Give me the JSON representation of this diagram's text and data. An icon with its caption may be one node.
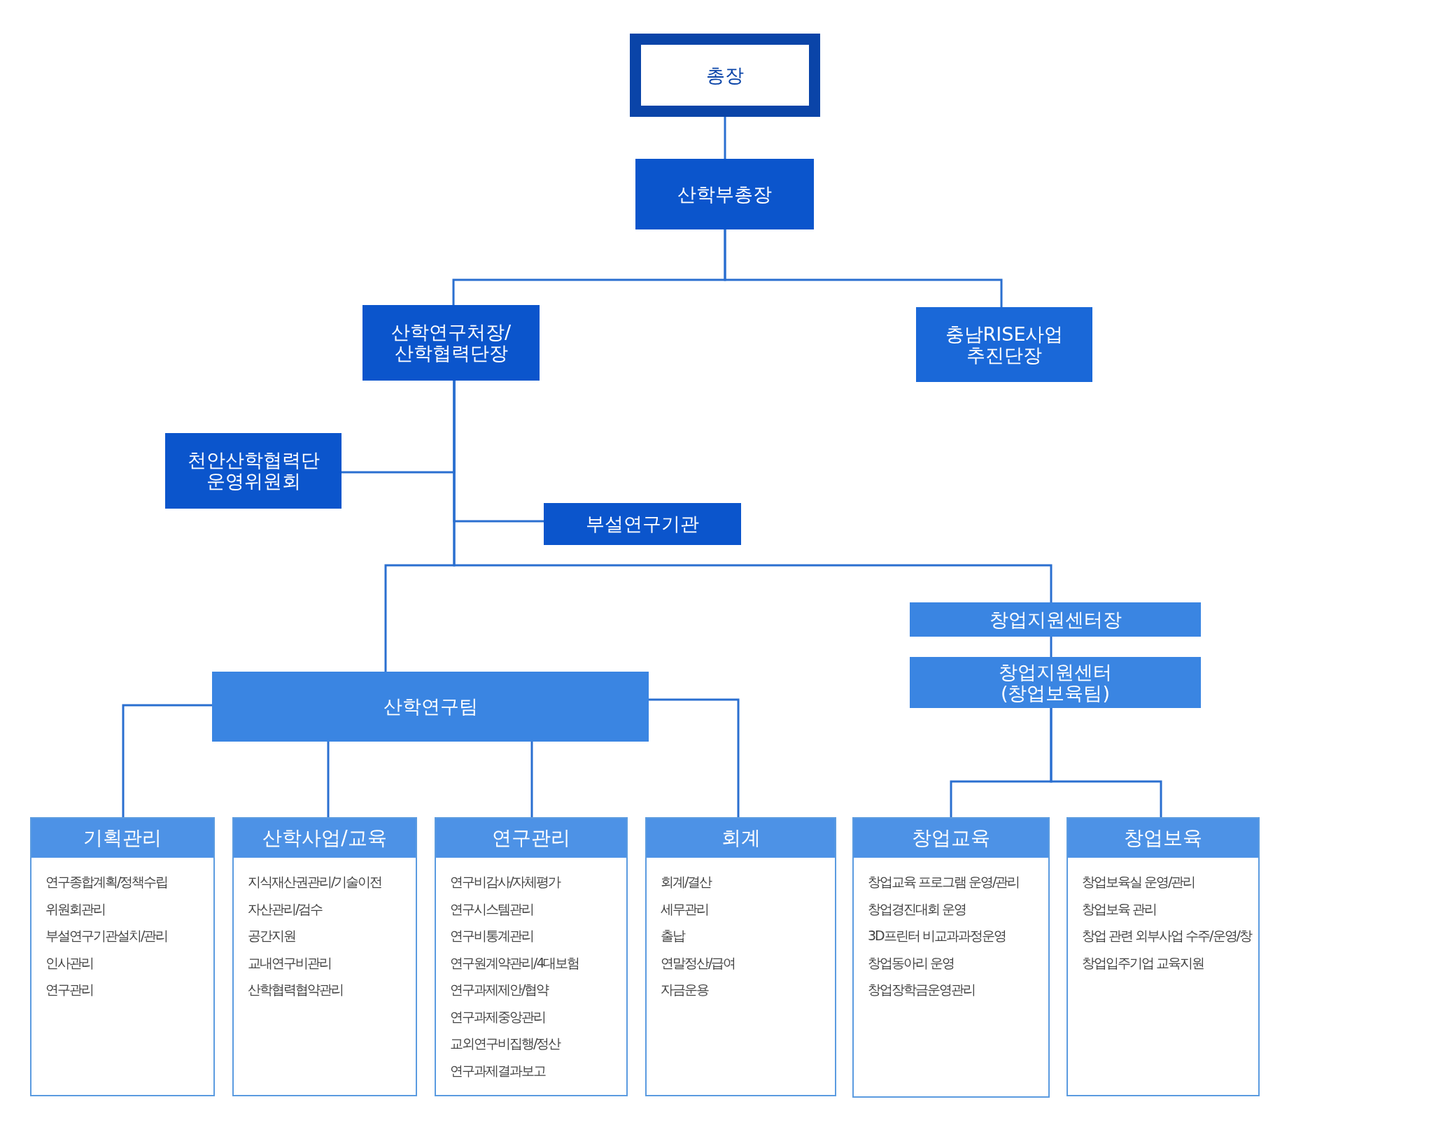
{
  "diagram": {
    "nodes": [
      {
        "text": [
          "총장"
        ]
      },
      {
        "text": [
          "산학부총장"
        ]
      },
      {
        "text": [
          "산학연구처장/ 산학협력단장"
        ]
      },
      {
        "text": [
          "충남RISE사업 추진단장"
        ]
      },
      {
        "text": [
          "천안산학협력단 운영위원회"
        ]
      },
      {
        "text": [
          "부설연구기관"
        ]
      },
      {
        "text": [
          "산학연구팀"
        ]
      },
      {
        "text": [
          "창업지원센터장"
        ]
      },
      {
        "text": [
          "창업지원센터 (창업보육팀)"
        ]
      },
      {
        "text": [
          "기획관리",
          "연구종합계획/정책수립",
          "위원회관리",
          "부설연구기관설치/관리",
          "인사관리",
          "연구관리"
        ]
      },
      {
        "text": [
          "산학사업/교육",
          "지식재산권관리/기술이전",
          "자산관리/검수",
          "공간지원",
          "교내연구비관리",
          "산학협력협약관리"
        ]
      },
      {
        "text": [
          "연구관리",
          "연구비감사/자체평가",
          "연구시스템관리",
          "연구비통계관리",
          "연구원계약관리/4대보험",
          "연구과제제안/협약",
          "연구과제중앙관리",
          "교외연구비집행/정산",
          "연구과제결과보고"
        ]
      },
      {
        "text": [
          "회계",
          "회계/결산",
          "세무관리",
          "출납",
          "연말정산/급여",
          "자금운용"
        ]
      },
      {
        "text": [
          "창업교육",
          "창업교육 프로그램 운영/관리",
          "창업경진대회 운영",
          "3D프린터 비교과과정운영",
          "창업동아리 운영",
          "창업장학금운영관리"
        ]
      },
      {
        "text": [
          "창업보육",
          "창업보육실 운영/관리",
          "창업보육 관리",
          "창업 관련 외부사업 수주/운영/창",
          "창업입주기업 교육지원"
        ]
      }
    ],
    "edges": [
      {
        "from": 0,
        "to": 1,
        "arrow": "none"
      },
      {
        "from": 1,
        "to": 2,
        "arrow": "none"
      },
      {
        "from": 1,
        "to": 3,
        "arrow": "none"
      },
      {
        "from": 2,
        "to": 4,
        "arrow": "none"
      },
      {
        "from": 2,
        "to": 5,
        "arrow": "none"
      },
      {
        "from": 2,
        "to": 6,
        "arrow": "none"
      },
      {
        "from": 2,
        "to": 7,
        "arrow": "none"
      },
      {
        "from": 7,
        "to": 8,
        "arrow": "none"
      },
      {
        "from": 6,
        "to": 9,
        "arrow": "none"
      },
      {
        "from": 6,
        "to": 10,
        "arrow": "none"
      },
      {
        "from": 6,
        "to": 11,
        "arrow": "none"
      },
      {
        "from": 6,
        "to": 12,
        "arrow": "none"
      },
      {
        "from": 8,
        "to": 13,
        "arrow": "none"
      },
      {
        "from": 8,
        "to": 14,
        "arrow": "none"
      }
    ]
  }
}
